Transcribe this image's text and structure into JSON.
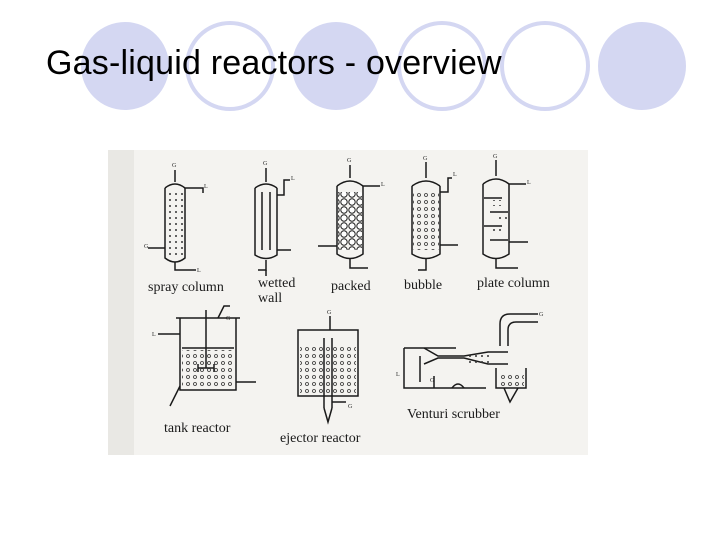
{
  "slide": {
    "title": "Gas-liquid reactors - overview",
    "accent_color": "#d4d7f2"
  },
  "diagram": {
    "labels": {
      "spray_column": "spray column",
      "wetted_wall_line1": "wetted",
      "wetted_wall_line2": "wall",
      "packed": "packed",
      "bubble": "bubble",
      "plate_column": "plate column",
      "tank_reactor": "tank reactor",
      "ejector_reactor": "ejector reactor",
      "venturi_scrubber": "Venturi scrubber"
    },
    "stream_marks": {
      "gas": "G",
      "liquid": "L"
    }
  }
}
